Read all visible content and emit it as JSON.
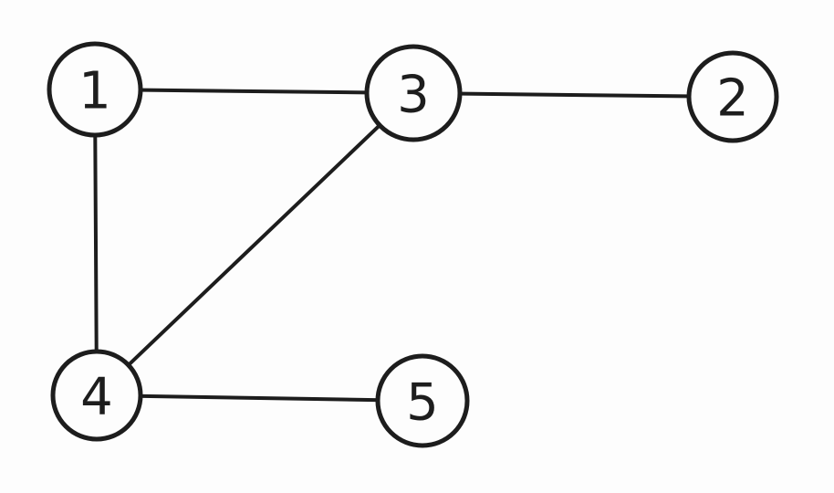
{
  "graph": {
    "nodes": [
      {
        "id": "1",
        "label": "1"
      },
      {
        "id": "3",
        "label": "3"
      },
      {
        "id": "2",
        "label": "2"
      },
      {
        "id": "4",
        "label": "4"
      },
      {
        "id": "5",
        "label": "5"
      }
    ],
    "edges": [
      {
        "from": "1",
        "to": "3"
      },
      {
        "from": "3",
        "to": "2"
      },
      {
        "from": "1",
        "to": "4"
      },
      {
        "from": "3",
        "to": "4"
      },
      {
        "from": "4",
        "to": "5"
      }
    ],
    "colors": {
      "ink": "#1d1d1d",
      "background": "#fdfdfd"
    }
  }
}
